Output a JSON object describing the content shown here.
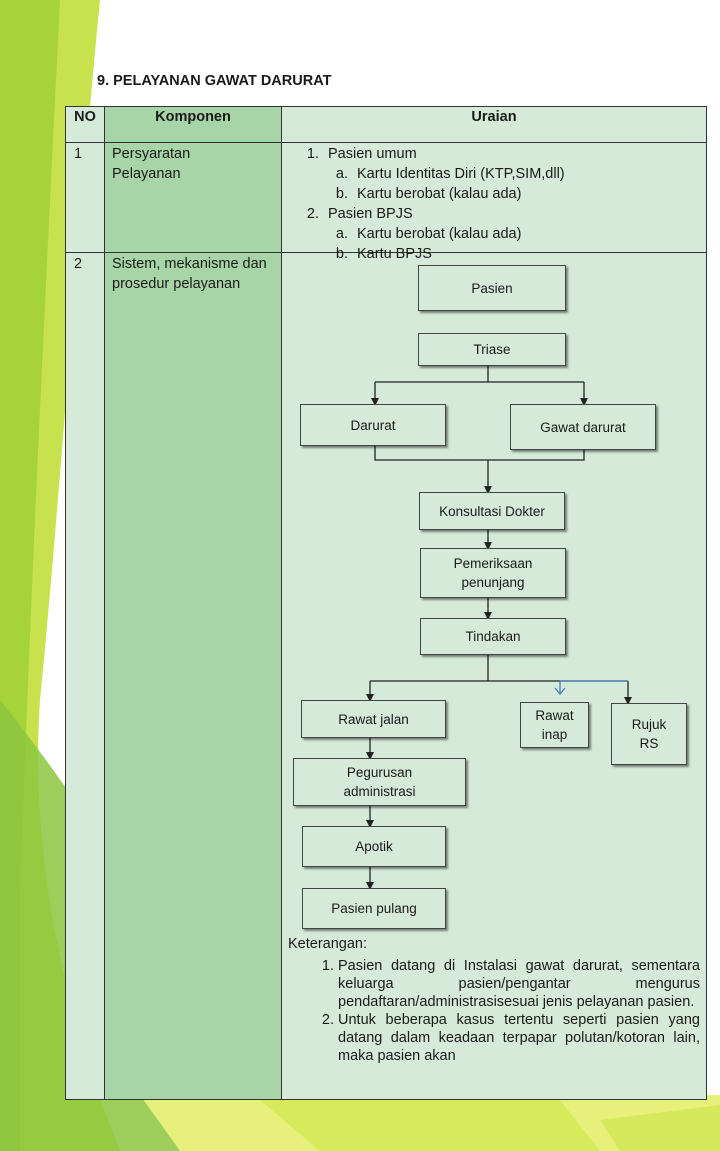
{
  "section_title": "9. PELAYANAN GAWAT DARURAT",
  "table": {
    "headers": [
      "NO",
      "Komponen",
      "Uraian"
    ],
    "row1": {
      "no": "1",
      "komponen": "Persyaratan Pelayanan",
      "items": [
        {
          "label": "Pasien umum",
          "sub": [
            "Kartu Identitas Diri (KTP,SIM,dll)",
            "Kartu berobat (kalau ada)"
          ]
        },
        {
          "label": "Pasien BPJS",
          "sub": [
            "Kartu berobat (kalau ada)",
            "Kartu BPJS"
          ]
        }
      ]
    },
    "row2": {
      "no": "2",
      "komponen": "Sistem, mekanisme dan prosedur pelayanan"
    }
  },
  "flowchart": {
    "pasien": "Pasien",
    "triase": "Triase",
    "darurat": "Darurat",
    "gawat_darurat": "Gawat darurat",
    "konsultasi": "Konsultasi Dokter",
    "pemeriksaan": "Pemeriksaan penunjang",
    "tindakan": "Tindakan",
    "rawat_jalan": "Rawat jalan",
    "rawat_inap": "Rawat inap",
    "rujuk": "Rujuk RS",
    "pegurusan": "Pegurusan administrasi",
    "apotik": "Apotik",
    "pasien_pulang": "Pasien pulang"
  },
  "keterangan": {
    "label": "Keterangan:",
    "items": [
      "Pasien datang di Instalasi gawat darurat, sementara keluarga pasien/pengantar mengurus pendaftaran/administrasisesuai jenis pelayanan pasien.",
      "Untuk beberapa kasus tertentu seperti pasien yang datang dalam keadaan terpapar polutan/kotoran lain, maka pasien akan"
    ]
  },
  "colors": {
    "page_green": "#c2e04a",
    "lime": "#e8f27a",
    "table_bg": "#d5ead9",
    "komponen_col": "#a8d5a8",
    "blue_connector": "#4a7fc0"
  }
}
